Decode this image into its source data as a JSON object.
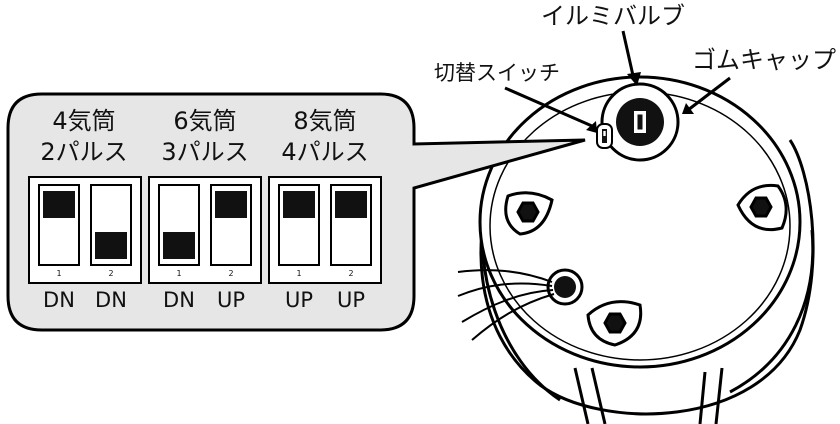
{
  "labels": {
    "illumination_bulb": "イルミバルブ",
    "rubber_cap": "ゴムキャップ",
    "selector_switch": "切替スイッチ"
  },
  "settings": [
    {
      "cylinders": "4気筒",
      "pulses": "2パルス",
      "switch1": "DN",
      "switch2": "DN"
    },
    {
      "cylinders": "6気筒",
      "pulses": "3パルス",
      "switch1": "DN",
      "switch2": "UP"
    },
    {
      "cylinders": "8気筒",
      "pulses": "4パルス",
      "switch1": "UP",
      "switch2": "UP"
    }
  ],
  "switch_numbers": [
    "1",
    "2"
  ]
}
